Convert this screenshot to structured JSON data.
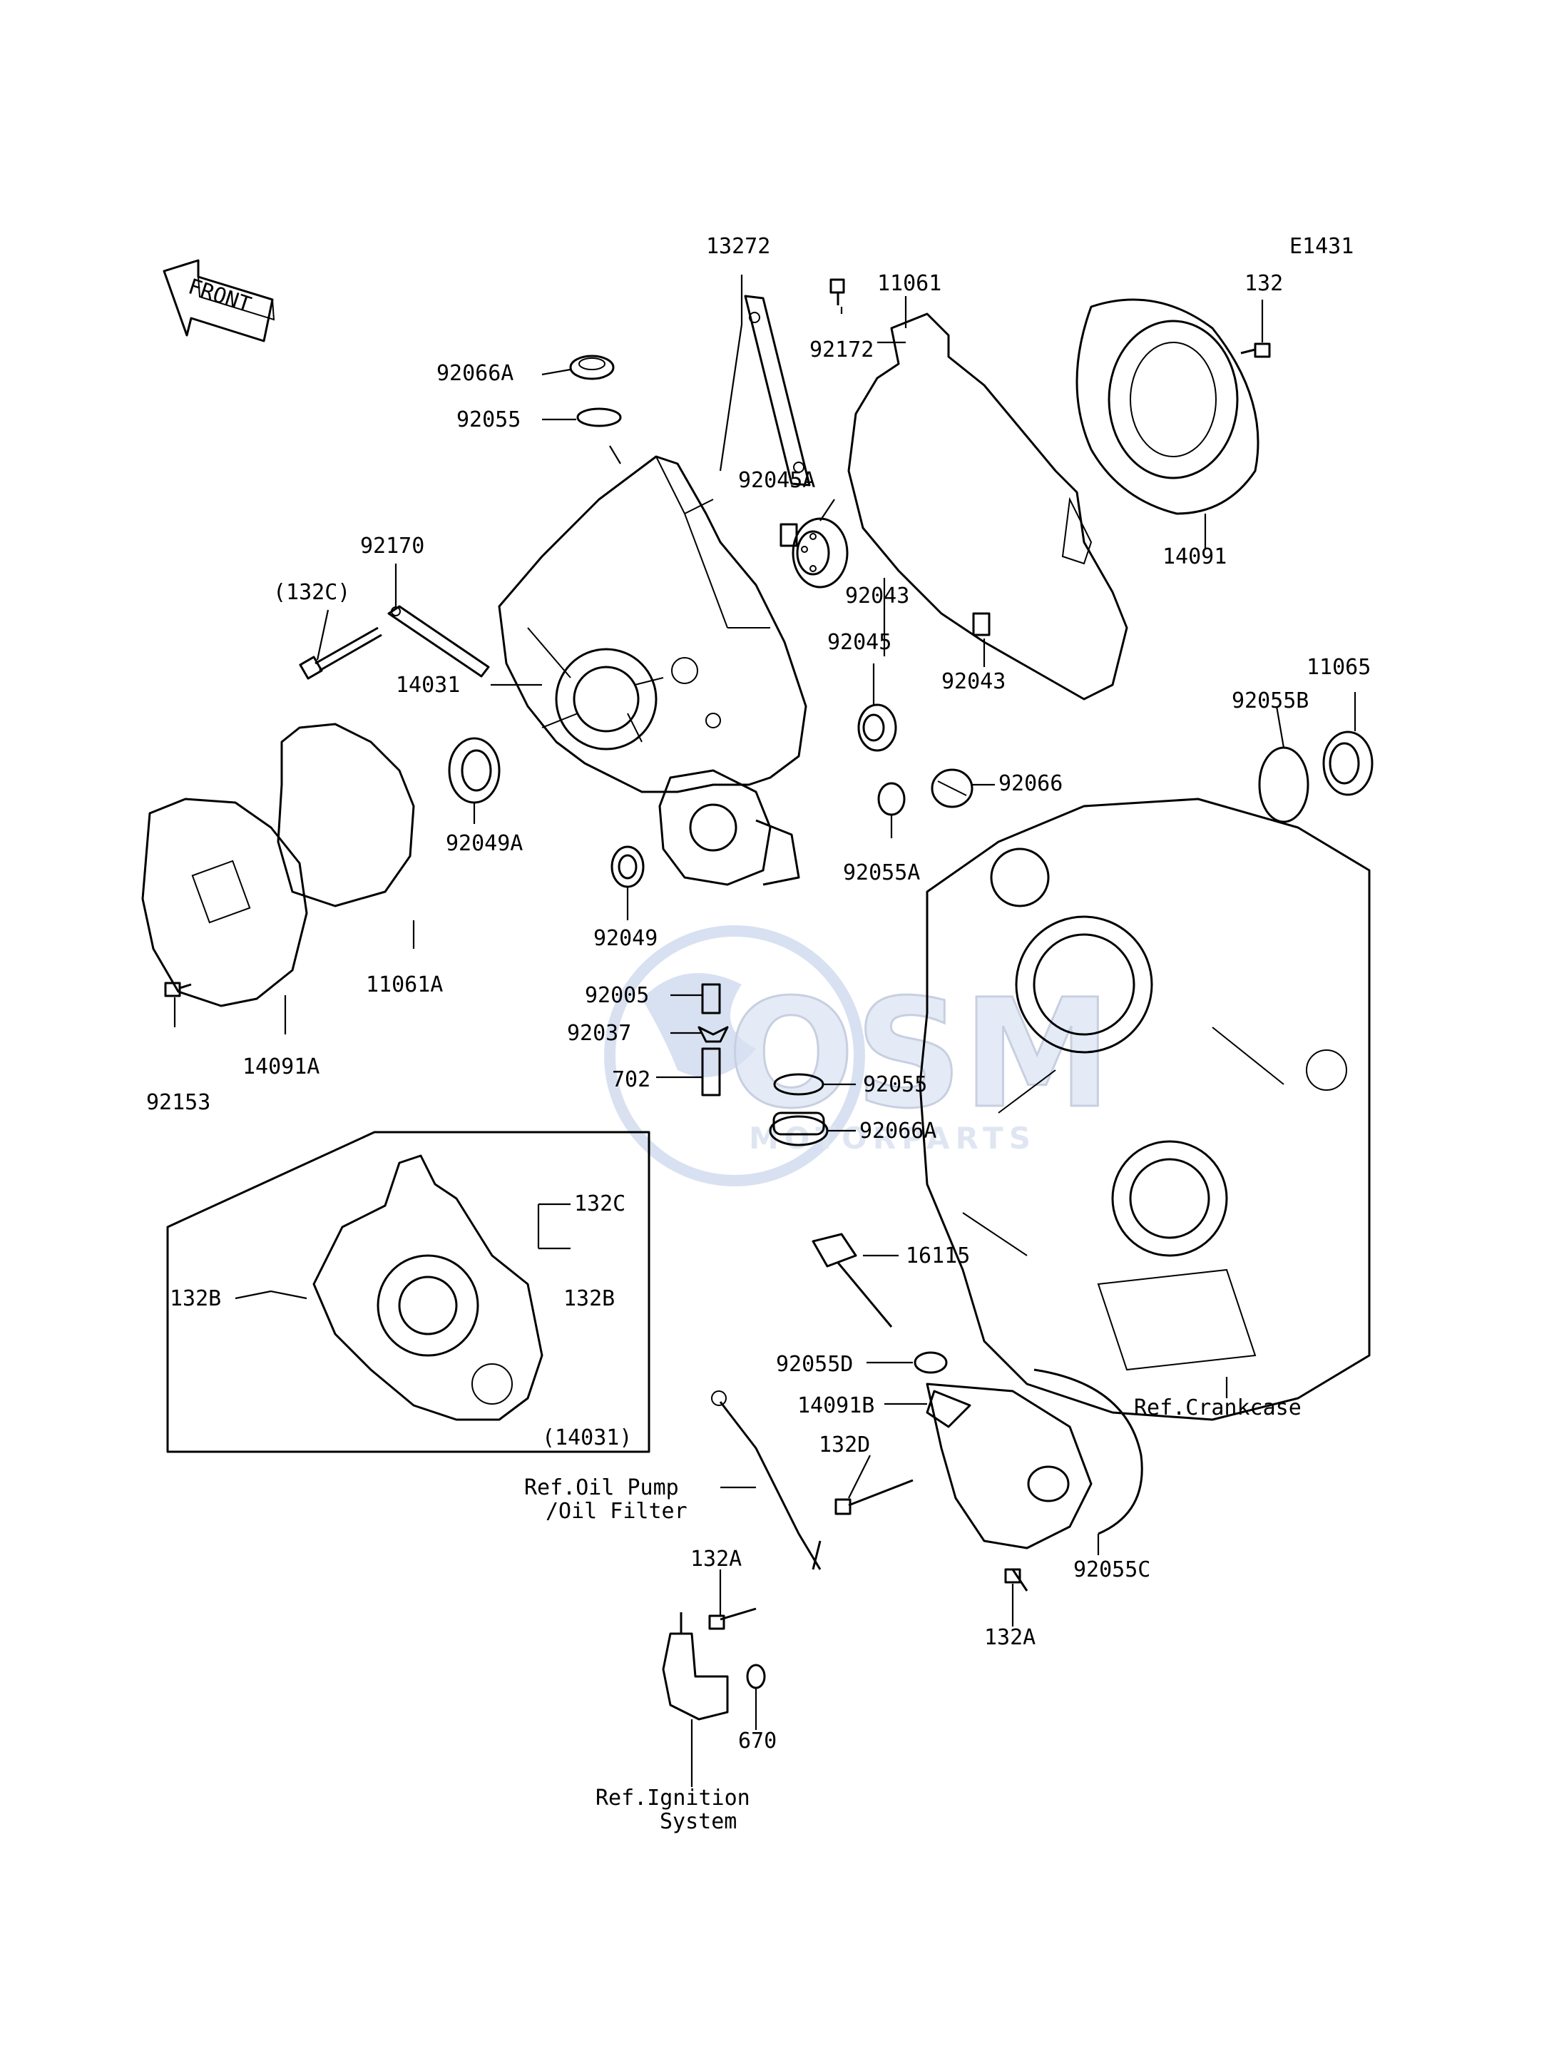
{
  "diagram_id": "E1431",
  "front_label": "FRONT",
  "part_labels": {
    "p13272": "13272",
    "p11061": "11061",
    "p132": "132",
    "p92066A_top": "92066A",
    "p92172": "92172",
    "p92055_top": "92055",
    "p92045A": "92045A",
    "p92170": "92170",
    "p92043_a": "92043",
    "p14091": "14091",
    "p132C_paren": "(132C)",
    "p92045": "92045",
    "p11065": "11065",
    "p92043_b": "92043",
    "p92055B": "92055B",
    "p14031": "14031",
    "p92066": "92066",
    "p92049A": "92049A",
    "p92055A": "92055A",
    "p11061A": "11061A",
    "p92049": "92049",
    "p92005": "92005",
    "p92037": "92037",
    "p14091A": "14091A",
    "p702": "702",
    "p92055_mid": "92055",
    "p92153": "92153",
    "p92066A_mid": "92066A",
    "p132C": "132C",
    "p132B_right": "132B",
    "p132B_left": "132B",
    "p14031_paren": "(14031)",
    "p16115": "16115",
    "p92055D": "92055D",
    "p14091B": "14091B",
    "p132D": "132D",
    "p92055C": "92055C",
    "p132A_left": "132A",
    "p132A_right": "132A",
    "p670": "670"
  },
  "reference_labels": {
    "crankcase": "Ref.Crankcase",
    "oil_pump_1": "Ref.Oil Pump",
    "oil_pump_2": "/Oil Filter",
    "ignition_1": "Ref.Ignition",
    "ignition_2": "System"
  },
  "watermark": {
    "brand": "OSM",
    "tagline": "MOTORPARTS",
    "color": "#b9c9e6"
  }
}
